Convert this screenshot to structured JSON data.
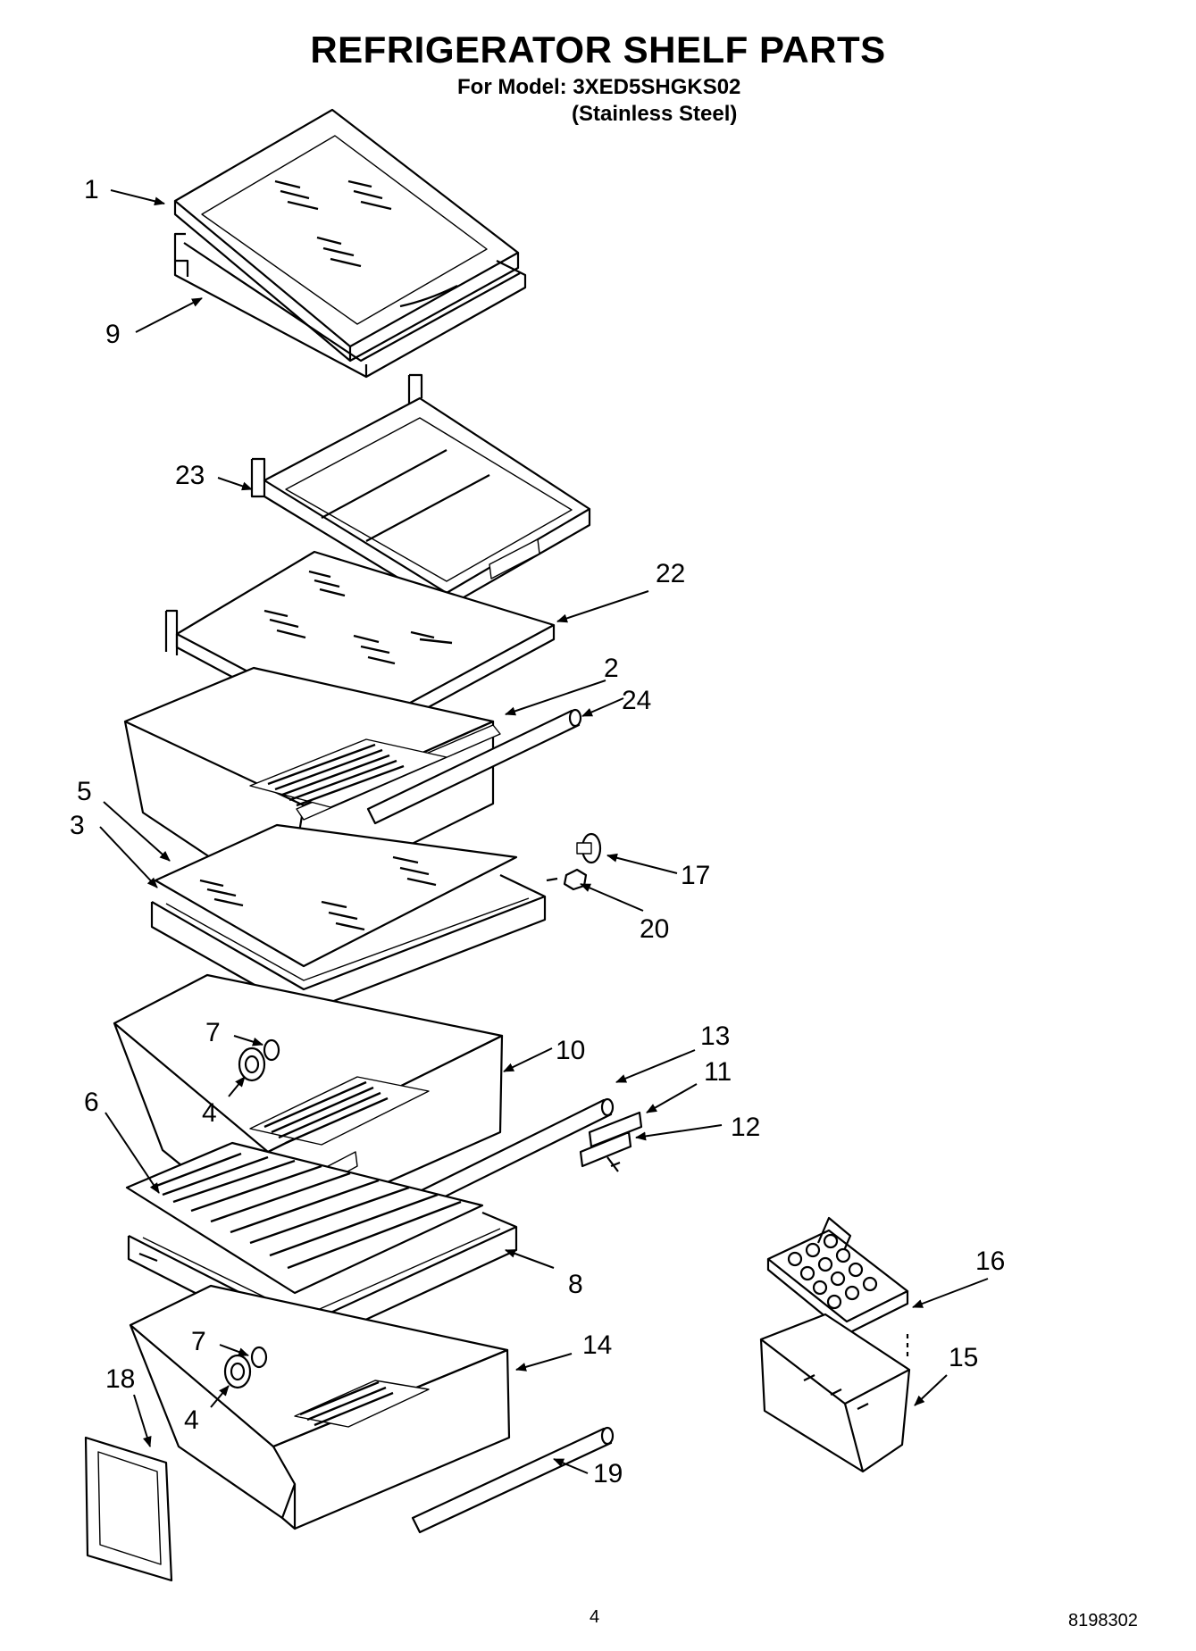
{
  "header": {
    "title": "REFRIGERATOR SHELF PARTS",
    "model_line": "For Model: 3XED5SHGKS02",
    "finish_line": "(Stainless Steel)"
  },
  "footer": {
    "page_number": "4",
    "document_code": "8198302"
  },
  "callouts": [
    "1",
    "9",
    "23",
    "22",
    "2",
    "24",
    "5",
    "3",
    "17",
    "20",
    "7",
    "4",
    "10",
    "13",
    "11",
    "12",
    "6",
    "8",
    "16",
    "15",
    "7",
    "4",
    "18",
    "14",
    "19"
  ]
}
